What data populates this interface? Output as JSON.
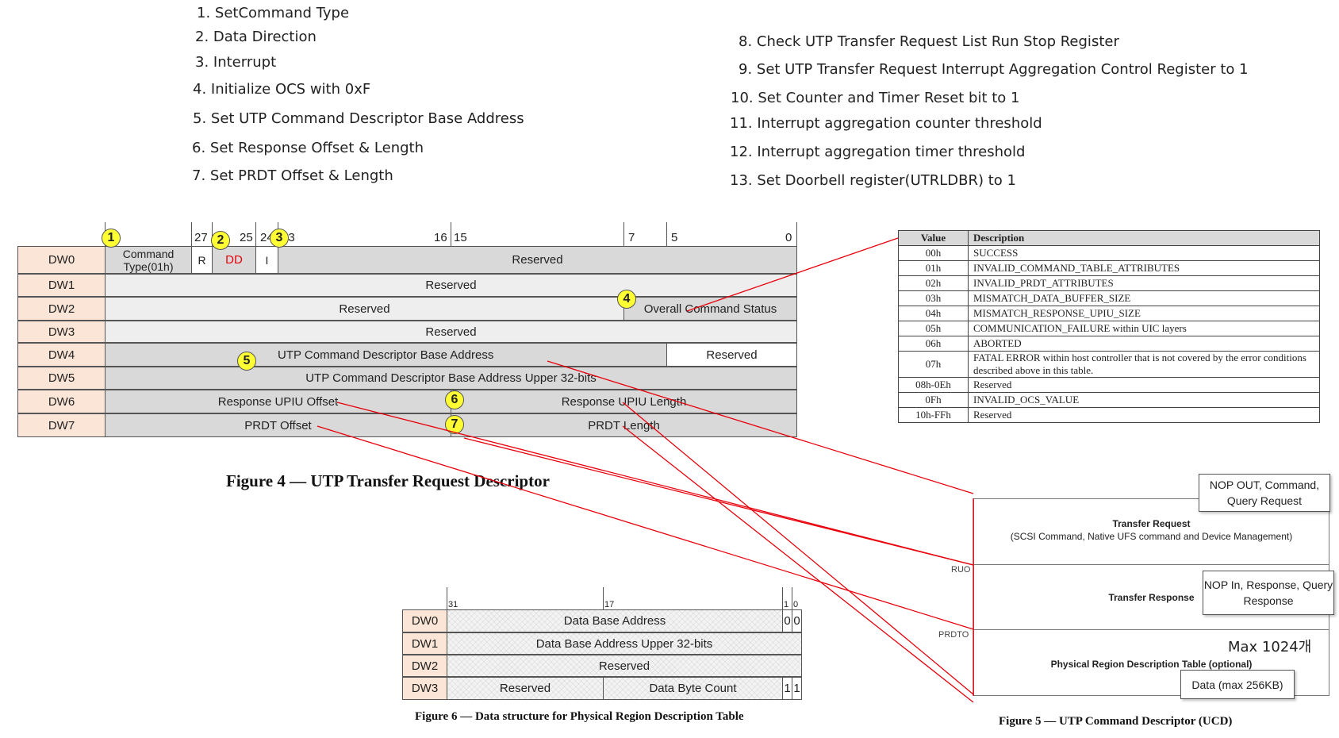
{
  "steps_left": [
    "1. SetCommand Type",
    "2. Data Direction",
    "3. Interrupt",
    "4. Initialize OCS with 0xF",
    "5. Set UTP Command Descriptor Base Address",
    "6. Set Response Offset & Length",
    "7. Set PRDT Offset & Length"
  ],
  "steps_right": [
    "8. Check UTP Transfer Request List Run Stop Register",
    "9. Set UTP Transfer Request Interrupt Aggregation Control Register to 1",
    "10. Set Counter and Timer Reset bit to 1",
    "11. Interrupt aggregation counter threshold",
    "12. Interrupt aggregation timer threshold",
    "13. Set Doorbell register(UTRLDBR) to 1"
  ],
  "utrd": {
    "bit_labels": [
      "27",
      "25",
      "24",
      "23",
      "16",
      "15",
      "7",
      "5",
      "0"
    ],
    "dw_labels": [
      "DW0",
      "DW1",
      "DW2",
      "DW3",
      "DW4",
      "DW5",
      "DW6",
      "DW7"
    ],
    "dw0": {
      "command_type": "Command Type(01h)",
      "r": "R",
      "dd": "DD",
      "i": "I",
      "reserved": "Reserved"
    },
    "dw1": "Reserved",
    "dw2": {
      "reserved": "Reserved",
      "ocs": "Overall Command Status"
    },
    "dw3": "Reserved",
    "dw4": {
      "ucdba": "UTP Command Descriptor Base Address",
      "reserved": "Reserved"
    },
    "dw5": "UTP Command Descriptor Base Address Upper 32-bits",
    "dw6": {
      "offset": "Response UPIU Offset",
      "length": "Response UPIU Length"
    },
    "dw7": {
      "offset": "PRDT Offset",
      "length": "PRDT Length"
    },
    "badges": [
      "1",
      "2",
      "3",
      "4",
      "5",
      "6",
      "7"
    ],
    "caption": "Figure 4 — UTP Transfer Request Descriptor"
  },
  "ocs_table": {
    "headers": [
      "Value",
      "Description"
    ],
    "rows": [
      [
        "00h",
        "SUCCESS"
      ],
      [
        "01h",
        "INVALID_COMMAND_TABLE_ATTRIBUTES"
      ],
      [
        "02h",
        "INVALID_PRDT_ATTRIBUTES"
      ],
      [
        "03h",
        "MISMATCH_DATA_BUFFER_SIZE"
      ],
      [
        "04h",
        "MISMATCH_RESPONSE_UPIU_SIZE"
      ],
      [
        "05h",
        "COMMUNICATION_FAILURE within UIC layers"
      ],
      [
        "06h",
        "ABORTED"
      ],
      [
        "07h",
        "FATAL ERROR within host controller that is not covered by the error conditions described above in this table."
      ],
      [
        "08h-0Eh",
        "Reserved"
      ],
      [
        "0Fh",
        "INVALID_OCS_VALUE"
      ],
      [
        "10h-FFh",
        "Reserved"
      ]
    ]
  },
  "prdt": {
    "bit_labels": [
      "31",
      "17",
      "1",
      "0"
    ],
    "dw_labels": [
      "DW0",
      "DW1",
      "DW2",
      "DW3"
    ],
    "dw0": {
      "addr": "Data Base Address",
      "b1": "0",
      "b0": "0"
    },
    "dw1": "Data Base Address Upper 32-bits",
    "dw2": "Reserved",
    "dw3": {
      "reserved": "Reserved",
      "count": "Data Byte Count",
      "b1": "1",
      "b0": "1"
    },
    "caption": "Figure 6 — Data structure for Physical Region Description Table"
  },
  "ucd": {
    "transfer_request_title": "Transfer Request",
    "transfer_request_sub": "(SCSI Command, Native UFS command and Device Management)",
    "transfer_response_title": "Transfer Response",
    "prdt_title": "Physical Region Description Table (optional)",
    "ruo_label": "RUO",
    "prdto_label": "PRDTO",
    "callout_request": "NOP OUT, Command, Query Request",
    "callout_response": "NOP In, Response, Query Response",
    "max_label": "Max 1024개",
    "data_label": "Data (max 256KB)",
    "caption": "Figure 5 — UTP Command Descriptor (UCD)"
  },
  "colors": {
    "connector": "#e8000b",
    "badge": "#ffff33",
    "dw_label_bg": "#fbe5d6",
    "dd_text": "#e8000b"
  }
}
